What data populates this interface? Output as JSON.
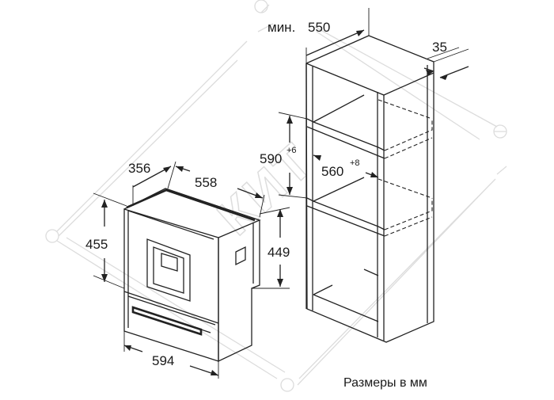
{
  "watermark": {
    "text": "КИТ"
  },
  "dimensions": {
    "min_depth_prefix": "мин.",
    "min_depth": "550",
    "cabinet_thickness": "35",
    "niche_height": "590",
    "niche_height_tolerance": "+6",
    "niche_width": "560",
    "niche_width_tolerance": "+8",
    "appliance_side_depth": "356",
    "appliance_depth": "558",
    "appliance_height": "455",
    "appliance_body_height": "449",
    "appliance_width": "594"
  },
  "caption": "Размеры в мм"
}
